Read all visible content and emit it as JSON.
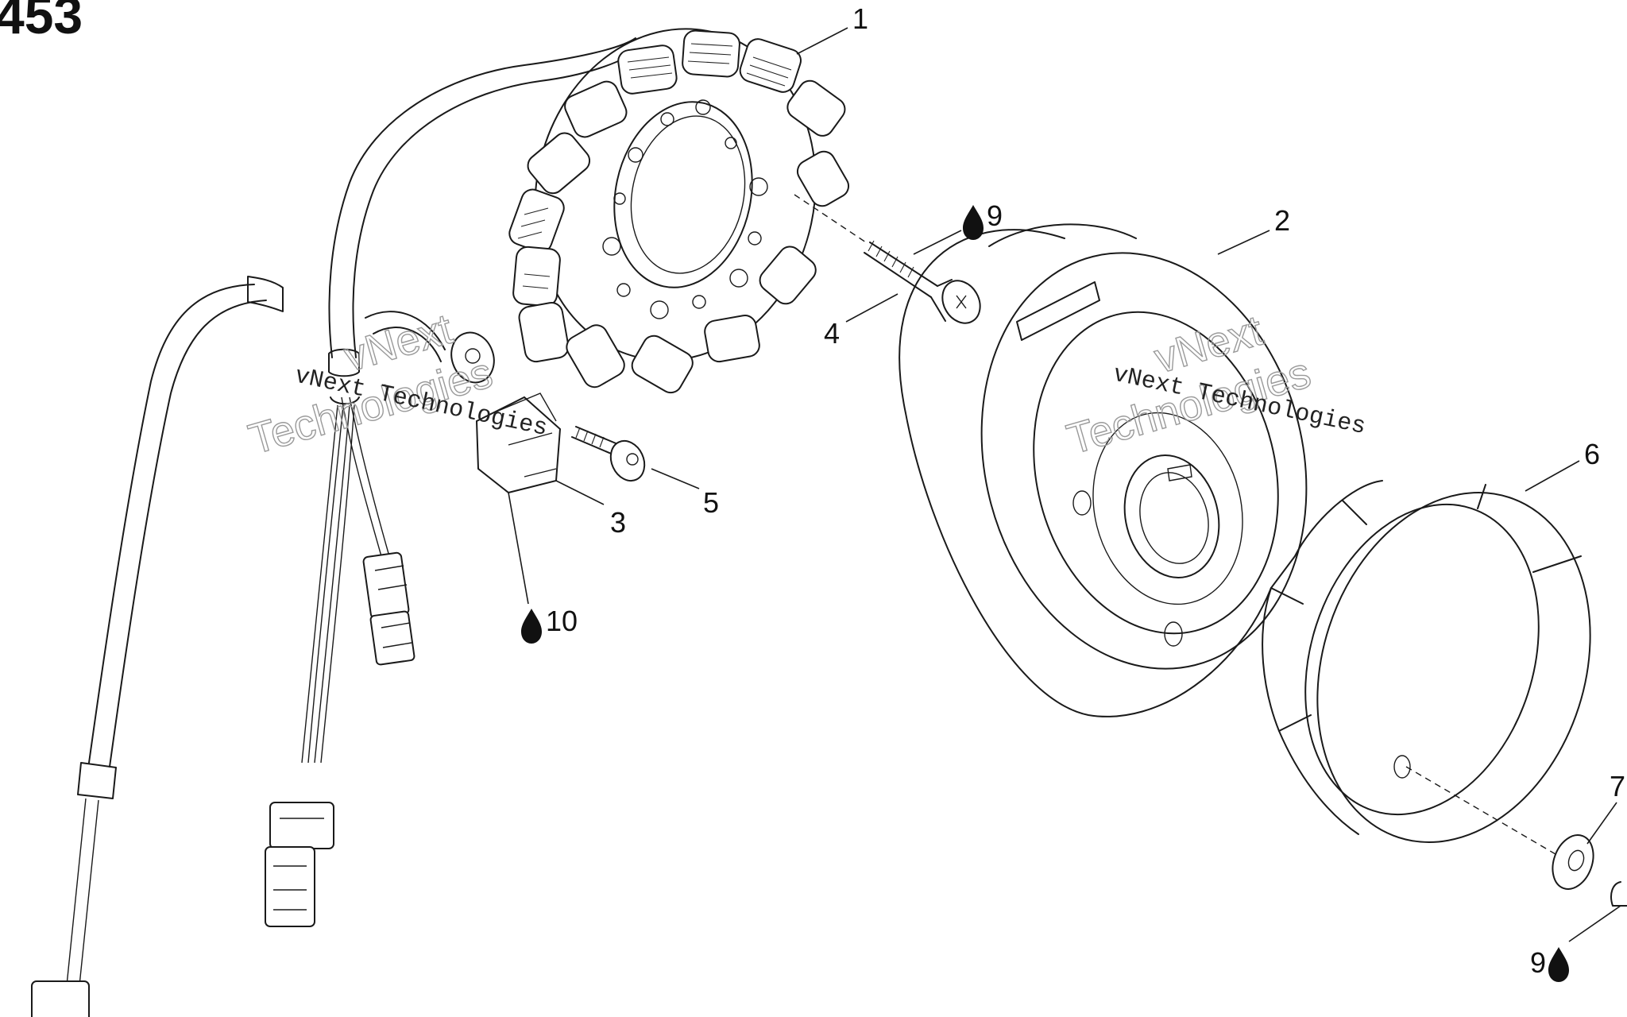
{
  "diagram": {
    "id_label": "453",
    "callouts": [
      {
        "id": "1",
        "label": "1",
        "icon": null
      },
      {
        "id": "2",
        "label": "2",
        "icon": null
      },
      {
        "id": "3",
        "label": "3",
        "icon": null
      },
      {
        "id": "4",
        "label": "4",
        "icon": null
      },
      {
        "id": "5",
        "label": "5",
        "icon": null
      },
      {
        "id": "6",
        "label": "6",
        "icon": null
      },
      {
        "id": "7",
        "label": "7",
        "icon": null
      },
      {
        "id": "9a",
        "label": "9",
        "icon": "oil-drop-icon"
      },
      {
        "id": "9b",
        "label": "9",
        "icon": "oil-drop-icon"
      },
      {
        "id": "10",
        "label": "10",
        "icon": "oil-drop-icon"
      }
    ],
    "watermarks": [
      {
        "small": "vNext Technologies",
        "large_1": "vNext",
        "large_2": "Technologies"
      },
      {
        "small": "vNext Technologies",
        "large_1": "vNext",
        "large_2": "Technologies"
      }
    ]
  }
}
